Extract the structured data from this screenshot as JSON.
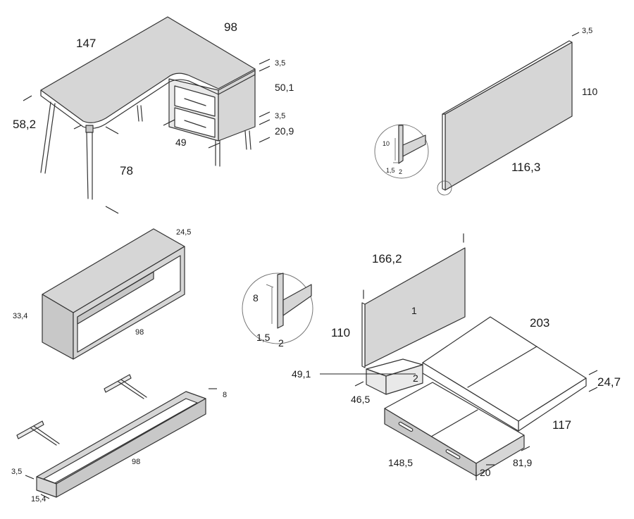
{
  "desk": {
    "top_width": "147",
    "return_width": "98",
    "top_thickness": "3,5",
    "cabinet_height": "50,1",
    "drawer_gap": "3,5",
    "leg_height": "20,9",
    "cabinet_depth": "49",
    "desk_depth": "58,2",
    "desk_height": "78"
  },
  "headboard": {
    "thickness": "3,5",
    "height": "110",
    "width": "116,3",
    "detail_height": "10",
    "detail_offset": "1,5",
    "detail_width": "2"
  },
  "wall_shelf": {
    "depth": "24,5",
    "height": "33,4",
    "width": "98"
  },
  "floating_shelf": {
    "lip": "8",
    "thickness": "3,5",
    "depth": "15,4",
    "width": "98"
  },
  "bed": {
    "headboard_width": "166,2",
    "headboard_height": "110",
    "headboard_label": "1",
    "length": "203",
    "side_height": "24,7",
    "width": "117",
    "step_height": "49,1",
    "step_depth": "46,5",
    "step_label": "2",
    "drawer_width": "148,5",
    "drawer_height": "20",
    "drawer_depth": "81,9",
    "detail_height": "8",
    "detail_offset": "1,5",
    "detail_width": "2"
  }
}
